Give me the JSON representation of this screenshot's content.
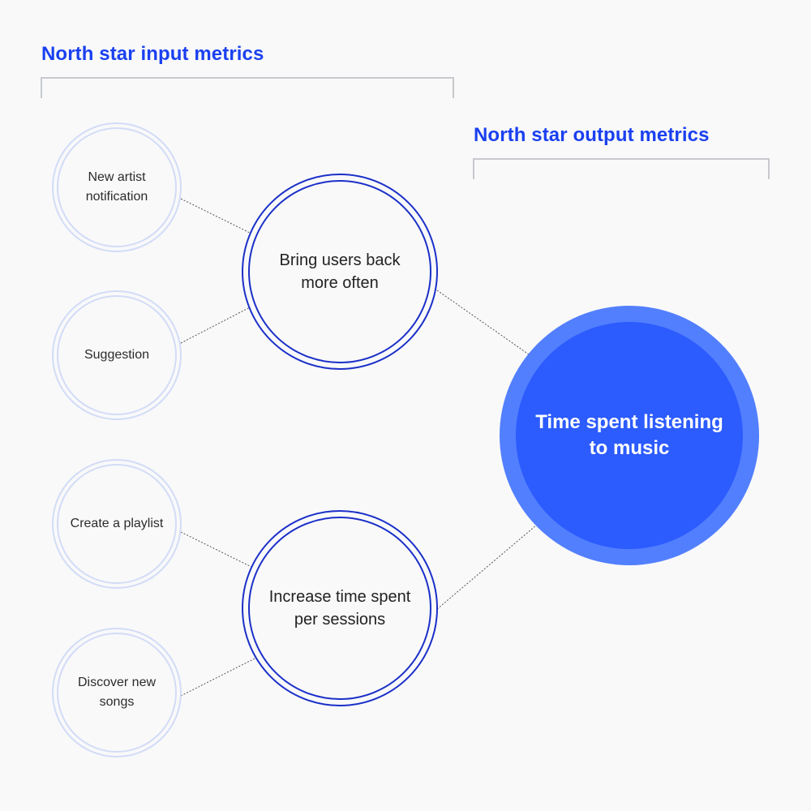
{
  "headings": {
    "input": "North star input metrics",
    "output": "North star output metrics"
  },
  "inputs": [
    {
      "label": "New artist notification"
    },
    {
      "label": "Suggestion"
    },
    {
      "label": "Create a playlist"
    },
    {
      "label": "Discover new songs"
    }
  ],
  "drivers": [
    {
      "label": "Bring users back more often"
    },
    {
      "label": "Increase time spent per sessions"
    }
  ],
  "output": {
    "label": "Time spent listening to music"
  },
  "colors": {
    "heading": "#1a40f0",
    "input_circle_border": "#d3dcf6",
    "driver_circle_border": "#1b30c8",
    "output_outer": "#527ffe",
    "output_inner": "#2c5bfe",
    "connector": "#555555",
    "bracket": "#c7c9cd"
  }
}
